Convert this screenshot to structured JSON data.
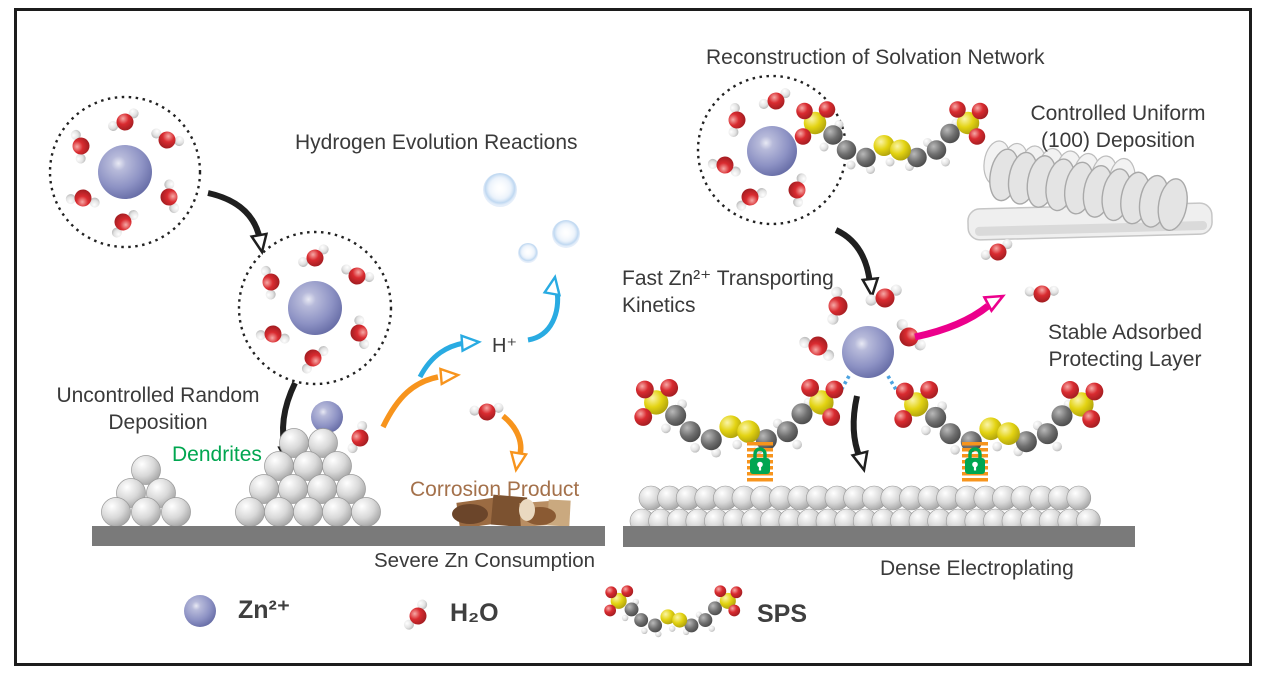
{
  "labels": {
    "hydrogen_evolution": "Hydrogen Evolution Reactions",
    "h_plus": "H⁺",
    "uncontrolled_1": "Uncontrolled Random",
    "uncontrolled_2": "Deposition",
    "dendrites": "Dendrites",
    "corrosion_product": "Corrosion Product",
    "severe_zn": "Severe Zn Consumption",
    "reconstruction": "Reconstruction of Solvation Network",
    "controlled_1": "Controlled Uniform",
    "controlled_2": "(100) Deposition",
    "fast_1": "Fast Zn²⁺ Transporting",
    "fast_2": "Kinetics",
    "stable_1": "Stable Adsorbed",
    "stable_2": "Protecting Layer",
    "dense_electroplating": "Dense Electroplating"
  },
  "legend": {
    "zn_label": "Zn²⁺",
    "water_label": "H₂O",
    "sps_label": "SPS"
  },
  "icons": {
    "zn_ion_icon": "purple sphere",
    "water_molecule_icon": "red oxygen with two white hydrogens",
    "sps_molecule_icon": "ball-and-stick chain with yellow sulfurs and red sulfonate oxygens",
    "solvation_shell_icon": "dashed circle around Zn ion with waters",
    "lock_icon": "green padlock over orange stripes",
    "bubble_icon": "hydrogen gas bubbles",
    "dendrite_icon": "pyramid of gray spheres",
    "platelet_icon": "stack of (100) oriented gray platelets",
    "electrode_icon": "gray substrate bar"
  },
  "colors": {
    "zn_sphere": "#8d92c4",
    "oxygen_red": "#d92b30",
    "hydrogen_white": "#e9e9e9",
    "carbon_gray": "#6f6f6f",
    "sulfur_yellow": "#e3d312",
    "electrode_gray": "#7a7a7a",
    "deposit_sphere": "#d9d9d9",
    "dendrites_text_green": "#00a650",
    "corrosion_text_brown": "#a4714b",
    "corrosion_fill": "#8a5a33",
    "her_arrow_blue": "#29abe2",
    "corrosion_arrow_orange": "#f7941d",
    "protecting_arrow_magenta": "#ec008c",
    "lock_green": "#00a651",
    "lock_stripe_orange": "#f7941d",
    "black_arrow": "#1f1f1f"
  }
}
